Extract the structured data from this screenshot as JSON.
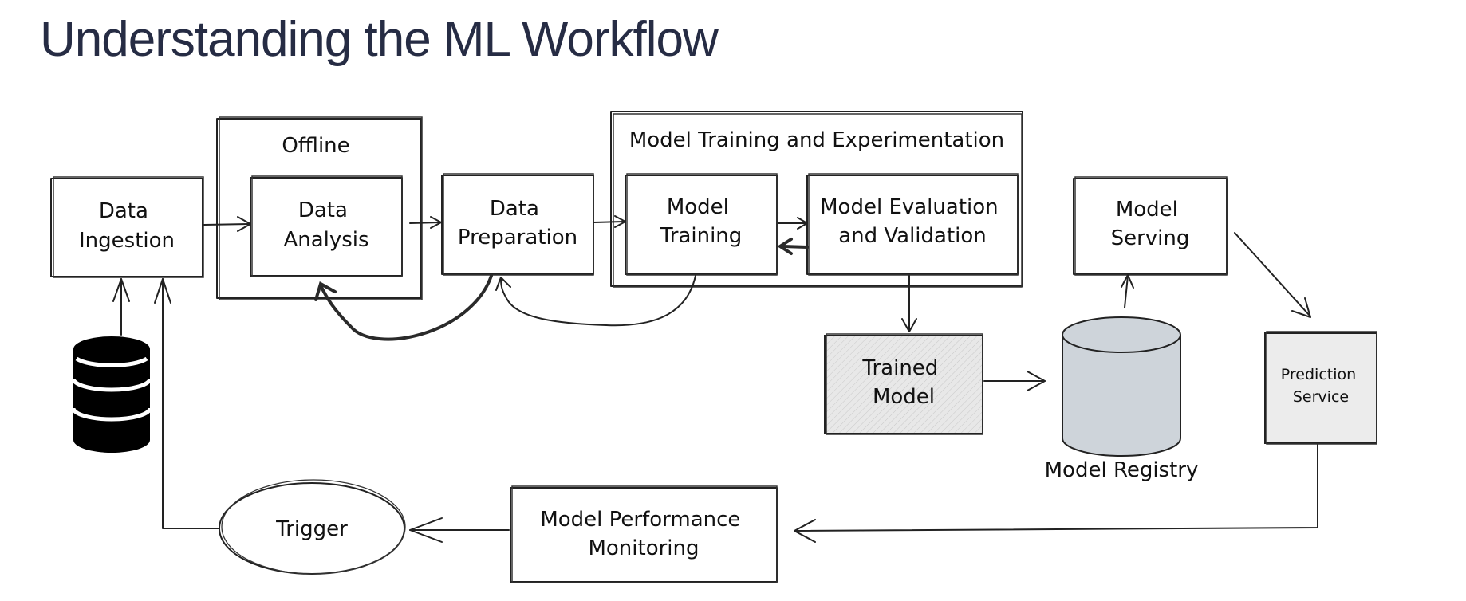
{
  "title": "Understanding the ML Workflow",
  "groups": {
    "offline": "Offline",
    "training_experimentation": "Model Training and Experimentation"
  },
  "nodes": {
    "data_ingestion": [
      "Data",
      "Ingestion"
    ],
    "data_analysis": [
      "Data",
      "Analysis"
    ],
    "data_preparation": [
      "Data",
      "Preparation"
    ],
    "model_training": [
      "Model",
      "Training"
    ],
    "model_evaluation": [
      "Model Evaluation",
      "and Validation"
    ],
    "model_serving": [
      "Model",
      "Serving"
    ],
    "trained_model": [
      "Trained",
      "Model"
    ],
    "model_registry": "Model Registry",
    "prediction_service": [
      "Prediction",
      "Service"
    ],
    "model_performance_monitoring": [
      "Model Performance",
      "Monitoring"
    ],
    "trigger": "Trigger"
  },
  "icons": {
    "database": "database-icon",
    "registry": "cylinder-icon"
  },
  "colors": {
    "title": "#262c44",
    "stroke": "#222222",
    "trained_model_fill": "#e6e6e6",
    "registry_fill": "#ced4da",
    "prediction_fill": "#ececec",
    "database_fill": "#000000"
  }
}
